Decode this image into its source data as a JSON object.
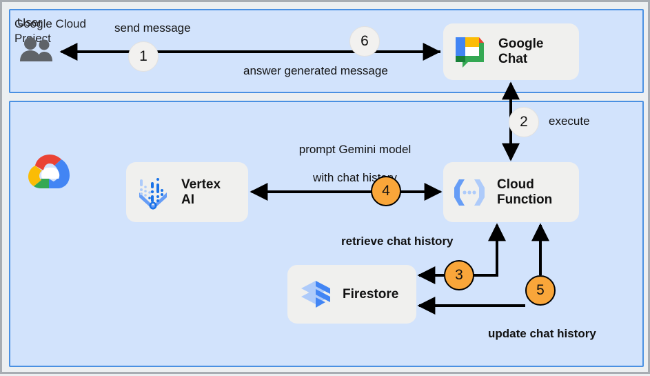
{
  "diagram": {
    "panels": [
      {
        "id": "user",
        "title": "User"
      },
      {
        "id": "gcp",
        "title": "Google Cloud\nProject"
      }
    ],
    "nodes": [
      {
        "id": "google-chat",
        "label": "Google\nChat",
        "icon": "google-chat-icon"
      },
      {
        "id": "vertex-ai",
        "label": "Vertex\nAI",
        "icon": "vertex-ai-icon"
      },
      {
        "id": "cloud-function",
        "label": "Cloud\nFunction",
        "icon": "cloud-function-icon"
      },
      {
        "id": "firestore",
        "label": "Firestore",
        "icon": "firestore-icon"
      },
      {
        "id": "user-actor",
        "label": "User",
        "icon": "people-icon"
      },
      {
        "id": "google-cloud",
        "label": "Google Cloud Project",
        "icon": "google-cloud-icon"
      }
    ],
    "edges": [
      {
        "step": "1",
        "label": "send message",
        "bold": false,
        "badge_color": "#f2f1ef",
        "from": "google-chat",
        "to": "user-actor"
      },
      {
        "step": "6",
        "label": "answer generated message",
        "bold": false,
        "badge_color": "#f2f1ef",
        "from": "user-actor",
        "to": "google-chat"
      },
      {
        "step": "2",
        "label": "execute",
        "bold": false,
        "badge_color": "#f2f1ef",
        "from": "google-chat",
        "to": "cloud-function"
      },
      {
        "step": "4",
        "label": "prompt Gemini model\nwith chat history",
        "bold": true,
        "badge_color": "#f9a63a",
        "from": "cloud-function",
        "to": "vertex-ai"
      },
      {
        "step": "3",
        "label": "retrieve chat history",
        "bold": true,
        "badge_color": "#f9a63a",
        "from": "firestore",
        "to": "cloud-function"
      },
      {
        "step": "5",
        "label": "update chat history",
        "bold": true,
        "badge_color": "#f9a63a",
        "from": "cloud-function",
        "to": "firestore"
      }
    ],
    "labels": {
      "send_message": "send message",
      "answer_generated_message": "answer generated message",
      "execute": "execute",
      "prompt_line1": "prompt Gemini model",
      "prompt_line2": "with chat history",
      "retrieve_chat_history": "retrieve chat history",
      "update_chat_history": "update chat history"
    },
    "steps": {
      "s1": "1",
      "s2": "2",
      "s3": "3",
      "s4": "4",
      "s5": "5",
      "s6": "6"
    },
    "colors": {
      "panel_fill": "#d2e3fc",
      "panel_border": "#4a90e2",
      "card_fill": "#f0f0ee",
      "badge_orange": "#f9a63a",
      "badge_gray": "#f2f1ef",
      "page_bg": "#eceff1",
      "arrow": "#000000"
    }
  }
}
